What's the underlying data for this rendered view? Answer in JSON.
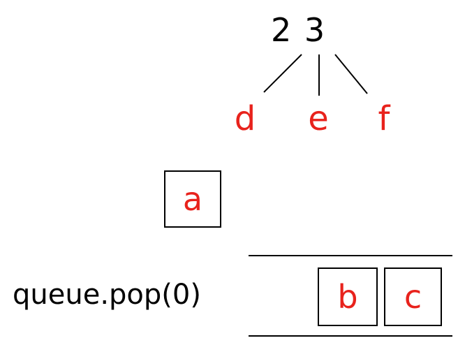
{
  "tree": {
    "root_label": "2 3",
    "children": [
      "d",
      "e",
      "f"
    ]
  },
  "current_node": "a",
  "queue": {
    "operation": "queue.pop(0)",
    "items": [
      "b",
      "c"
    ]
  },
  "colors": {
    "node_text": "#e8221c",
    "lines": "#000000",
    "text": "#000000"
  }
}
